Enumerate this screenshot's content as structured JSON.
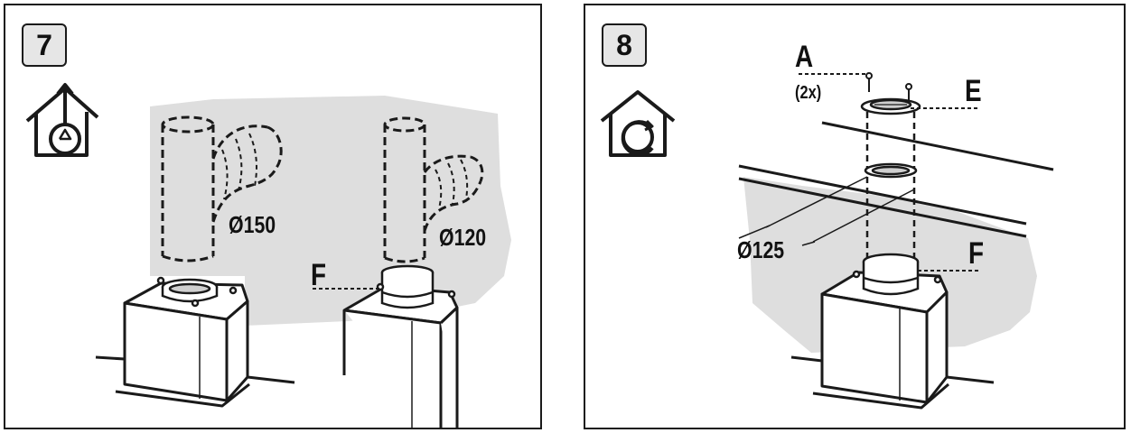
{
  "panel7": {
    "step": "7",
    "diameter_large": "Ø150",
    "diameter_small": "Ø120",
    "part_f": "F",
    "mode_icon": "ducted-exhaust-house-icon"
  },
  "panel8": {
    "step": "8",
    "part_a": "A",
    "part_a_qty": "(2x)",
    "part_e": "E",
    "part_f": "F",
    "diameter": "Ø125",
    "mode_icon": "recirculation-house-icon"
  },
  "colors": {
    "line": "#1a1a1a",
    "wall_gray": "#dedede",
    "badge_fill": "#e6e6e6"
  }
}
